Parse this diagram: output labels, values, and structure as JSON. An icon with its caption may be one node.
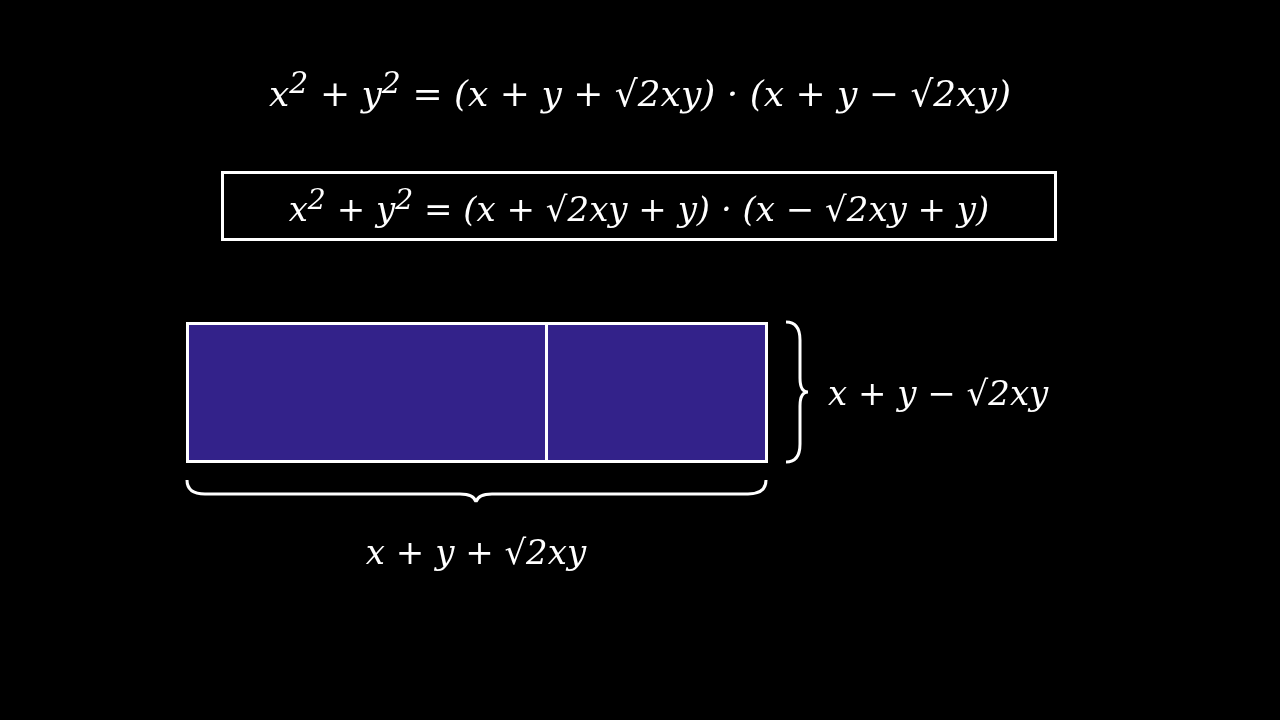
{
  "diagram": {
    "nodes": [
      {
        "text": [
          "x$^{2}$ + y$^{2}$ = (x + √2xy + y) · (x − √2xy + y)"
        ]
      },
      {
        "text": [],
        "shape": "box"
      },
      {
        "text": [],
        "shape": "box"
      }
    ],
    "edges": [],
    "labels": [
      "x$^{2}$ + y$^{2}$ = (x + y + √2xy) · (x + y − √2xy)",
      "x + y − √2xy",
      "x + y + √2xy"
    ]
  }
}
